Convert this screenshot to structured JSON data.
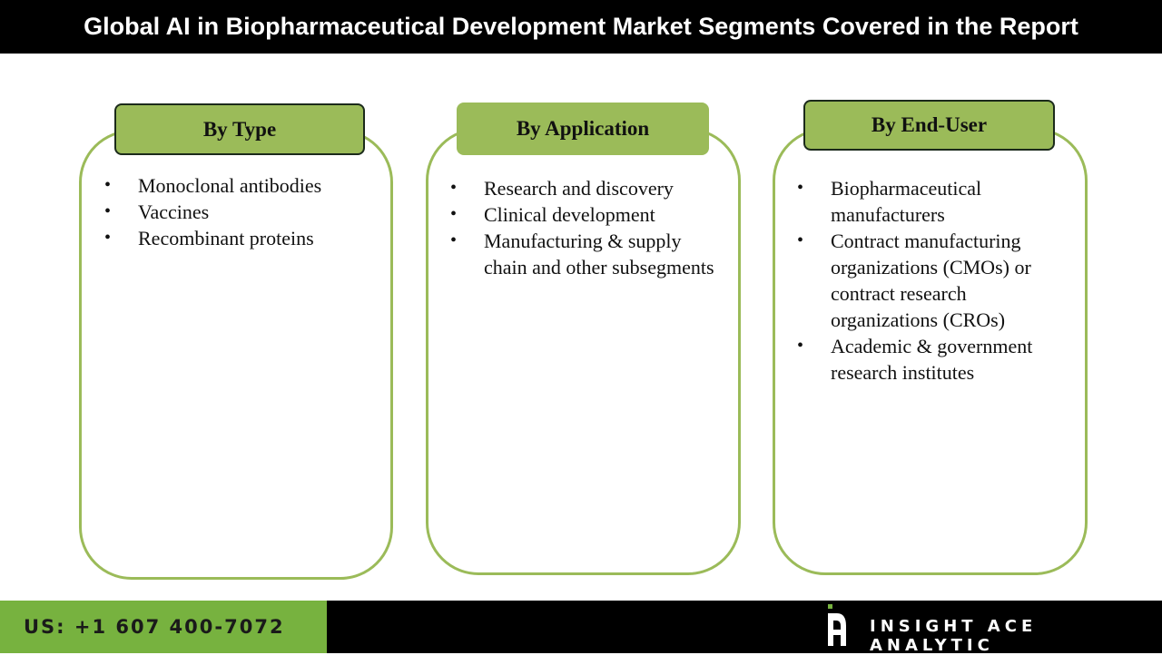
{
  "header": {
    "title": "Global AI in Biopharmaceutical Development Market Segments Covered in the Report"
  },
  "segments": [
    {
      "heading": "By Type",
      "items": [
        "Monoclonal antibodies",
        "Vaccines",
        "Recombinant proteins"
      ]
    },
    {
      "heading": "By Application",
      "items": [
        "Research and discovery",
        "Clinical development",
        "Manufacturing & supply chain and other subsegments"
      ]
    },
    {
      "heading": "By End-User",
      "items": [
        "Biopharmaceutical manufacturers",
        "Contract manufacturing organizations (CMOs) or contract research organizations (CROs)",
        "Academic & government research institutes"
      ]
    }
  ],
  "footer": {
    "phone": "US: +1 607 400-7072",
    "brand": "INSIGHT ACE ANALYTIC",
    "logo_icon": "insight-ace-logo-icon"
  },
  "colors": {
    "accent_green": "#9bbb59",
    "footer_green": "#77b23f",
    "title_bar": "#000000"
  }
}
